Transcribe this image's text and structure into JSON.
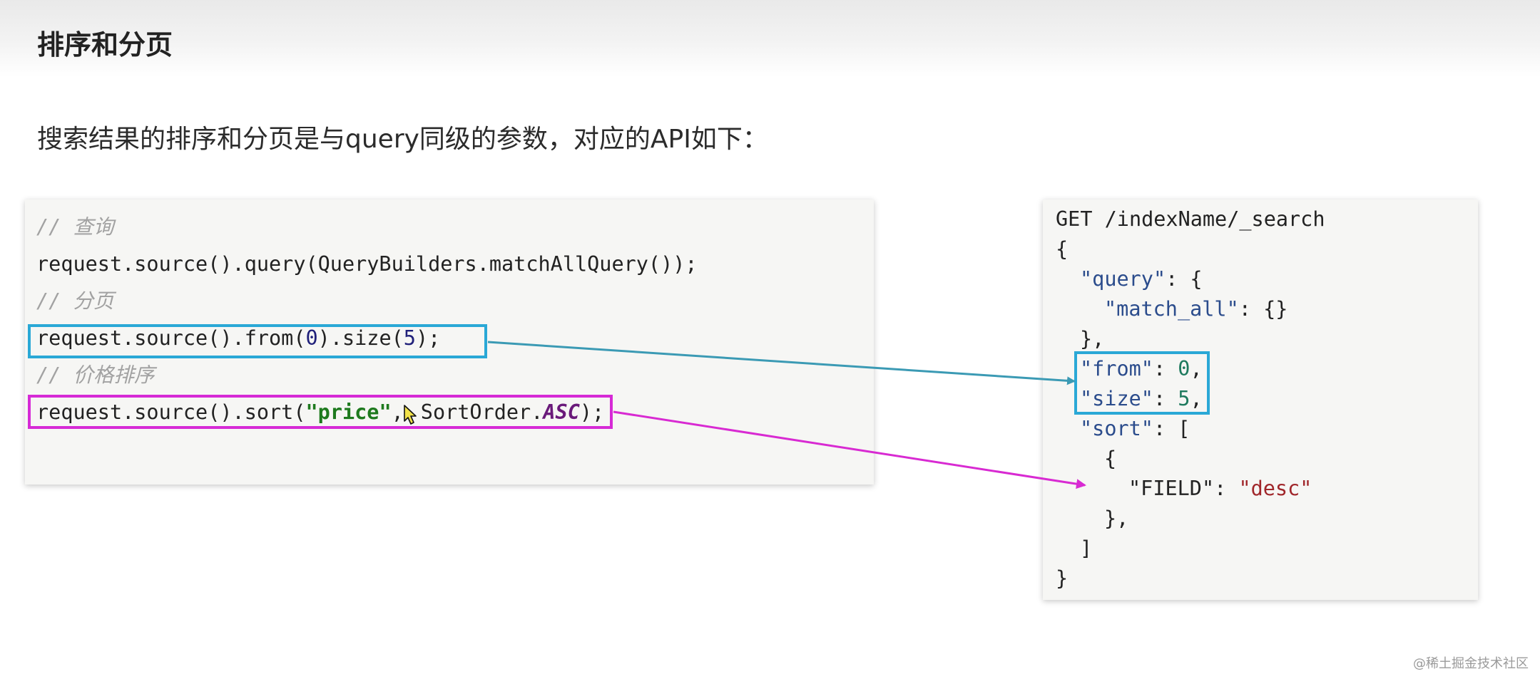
{
  "page": {
    "title": "排序和分页",
    "subtitle": "搜索结果的排序和分页是与query同级的参数，对应的API如下：",
    "watermark": "@稀土掘金技术社区"
  },
  "java_code": {
    "comment_query": "// 查询",
    "line_query": "request.source().query(QueryBuilders.matchAllQuery());",
    "comment_paging": "// 分页",
    "line_paging_prefix": "request.source().from(",
    "from_value": "0",
    "line_paging_middle": ").size(",
    "size_value": "5",
    "line_paging_suffix": ");",
    "comment_sort": "// 价格排序",
    "line_sort_prefix": "request.source().sort(",
    "sort_field": "\"price\"",
    "line_sort_sep": ",",
    "line_sort_enum": "SortOrder.",
    "sort_order": "ASC",
    "line_sort_suffix": ");"
  },
  "json_code": {
    "request_line": "GET /indexName/_search",
    "open_brace": "{",
    "query_key": "\"query\"",
    "query_open": ": {",
    "match_all_key": "\"match_all\"",
    "match_all_value": ": {}",
    "query_close": "},",
    "from_key": "\"from\"",
    "from_sep": ": ",
    "from_value": "0",
    "from_comma": ",",
    "size_key": "\"size\"",
    "size_sep": ": ",
    "size_value": "5",
    "size_comma": ",",
    "sort_key": "\"sort\"",
    "sort_open": ": [",
    "sort_obj_open": "{",
    "field_key": "\"FIELD\"",
    "field_sep": ": ",
    "field_value": "\"desc\"",
    "sort_obj_close": "},",
    "sort_close": "]",
    "close_brace": "}"
  },
  "colors": {
    "highlight_blue": "#2aa8d6",
    "highlight_magenta": "#d62ad6",
    "arrow_blue": "#3b9ab4",
    "arrow_magenta": "#d82ad2"
  },
  "icons": {
    "cursor": "mouse-pointer-icon"
  }
}
